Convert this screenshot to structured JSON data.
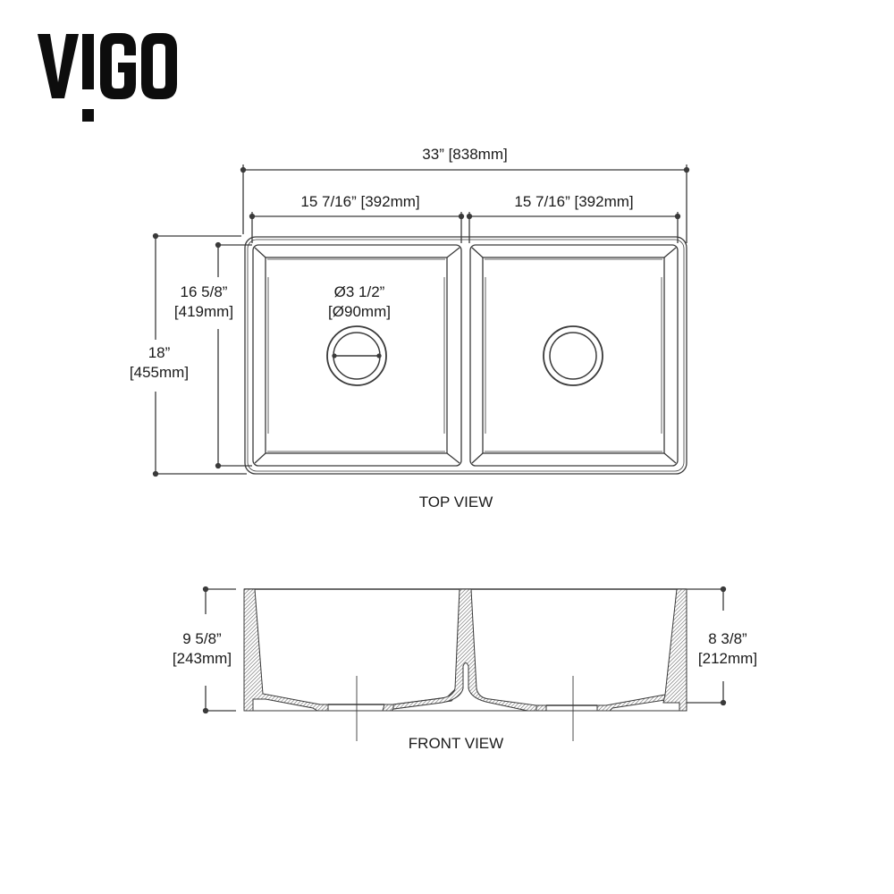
{
  "brand": {
    "logo_text": "VIGO"
  },
  "top_view": {
    "title": "TOP VIEW",
    "overall_width": "33” [838mm]",
    "left_bowl_width": "15 7/16” [392mm]",
    "right_bowl_width": "15 7/16” [392mm]",
    "overall_depth": {
      "imperial": "18”",
      "metric": "[455mm]"
    },
    "bowl_depth": {
      "imperial": "16 5/8”",
      "metric": "[419mm]"
    },
    "drain_diameter": {
      "imperial": "Ø3 1/2”",
      "metric": "[Ø90mm]"
    }
  },
  "front_view": {
    "title": "FRONT VIEW",
    "overall_height": {
      "imperial": "9 5/8”",
      "metric": "[243mm]"
    },
    "bowl_height": {
      "imperial": "8 3/8”",
      "metric": "[212mm]"
    }
  },
  "colors": {
    "line": "#3a3a3a",
    "text": "#1a1a1a",
    "background": "#ffffff"
  }
}
